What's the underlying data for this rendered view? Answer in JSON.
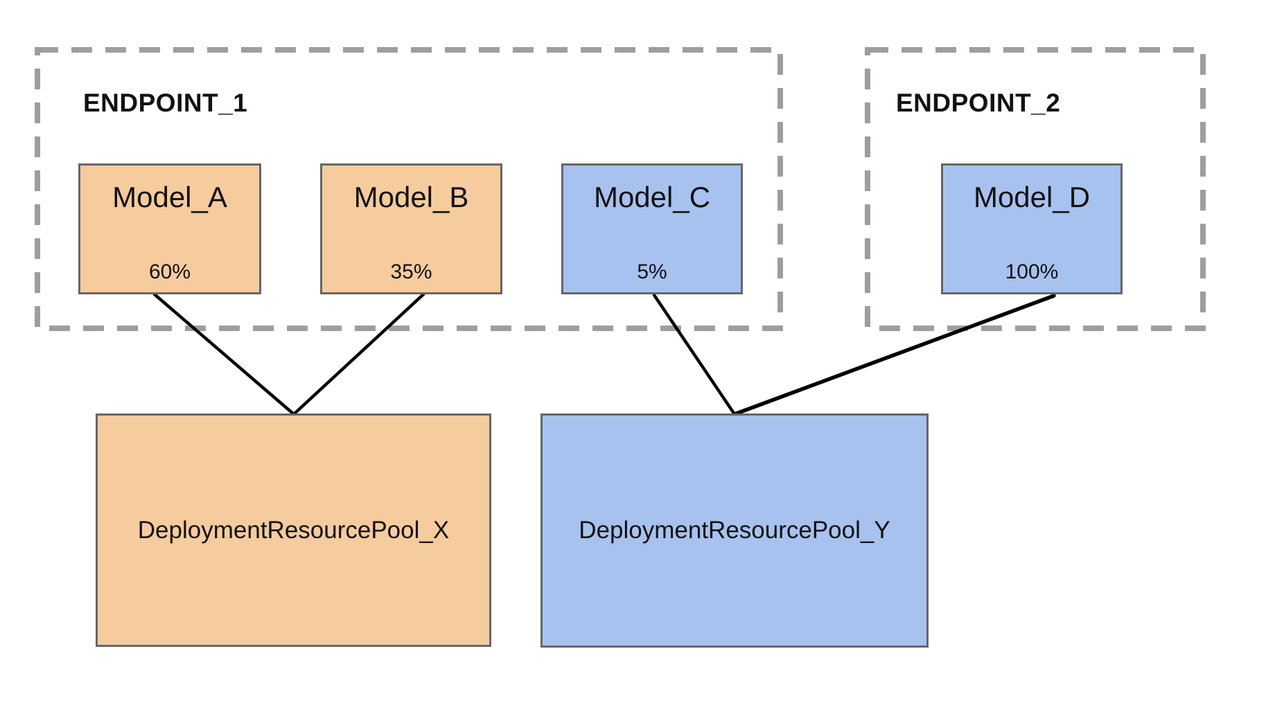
{
  "diagram": {
    "title_hint": "Vertex AI endpoints sharing deployment resource pools",
    "endpoints": [
      {
        "label": "ENDPOINT_1",
        "models": [
          {
            "name": "Model_A",
            "traffic": "60%",
            "color": "orange"
          },
          {
            "name": "Model_B",
            "traffic": "35%",
            "color": "orange"
          },
          {
            "name": "Model_C",
            "traffic": "5%",
            "color": "blue"
          }
        ]
      },
      {
        "label": "ENDPOINT_2",
        "models": [
          {
            "name": "Model_D",
            "traffic": "100%",
            "color": "blue"
          }
        ]
      }
    ],
    "pools": [
      {
        "name": "DeploymentResourcePool_X",
        "color": "orange"
      },
      {
        "name": "DeploymentResourcePool_Y",
        "color": "blue"
      }
    ],
    "connections": [
      {
        "from": "Model_A",
        "to": "DeploymentResourcePool_X"
      },
      {
        "from": "Model_B",
        "to": "DeploymentResourcePool_X"
      },
      {
        "from": "Model_C",
        "to": "DeploymentResourcePool_Y"
      },
      {
        "from": "Model_D",
        "to": "DeploymentResourcePool_Y"
      }
    ],
    "colors": {
      "orange_fill": "#F6CB9E",
      "blue_fill": "#A8C2EF",
      "box_border": "#666666",
      "dashed_border": "#9E9E9E",
      "connector_line": "#000000",
      "text": "#111111",
      "background": "#FFFFFF"
    }
  }
}
